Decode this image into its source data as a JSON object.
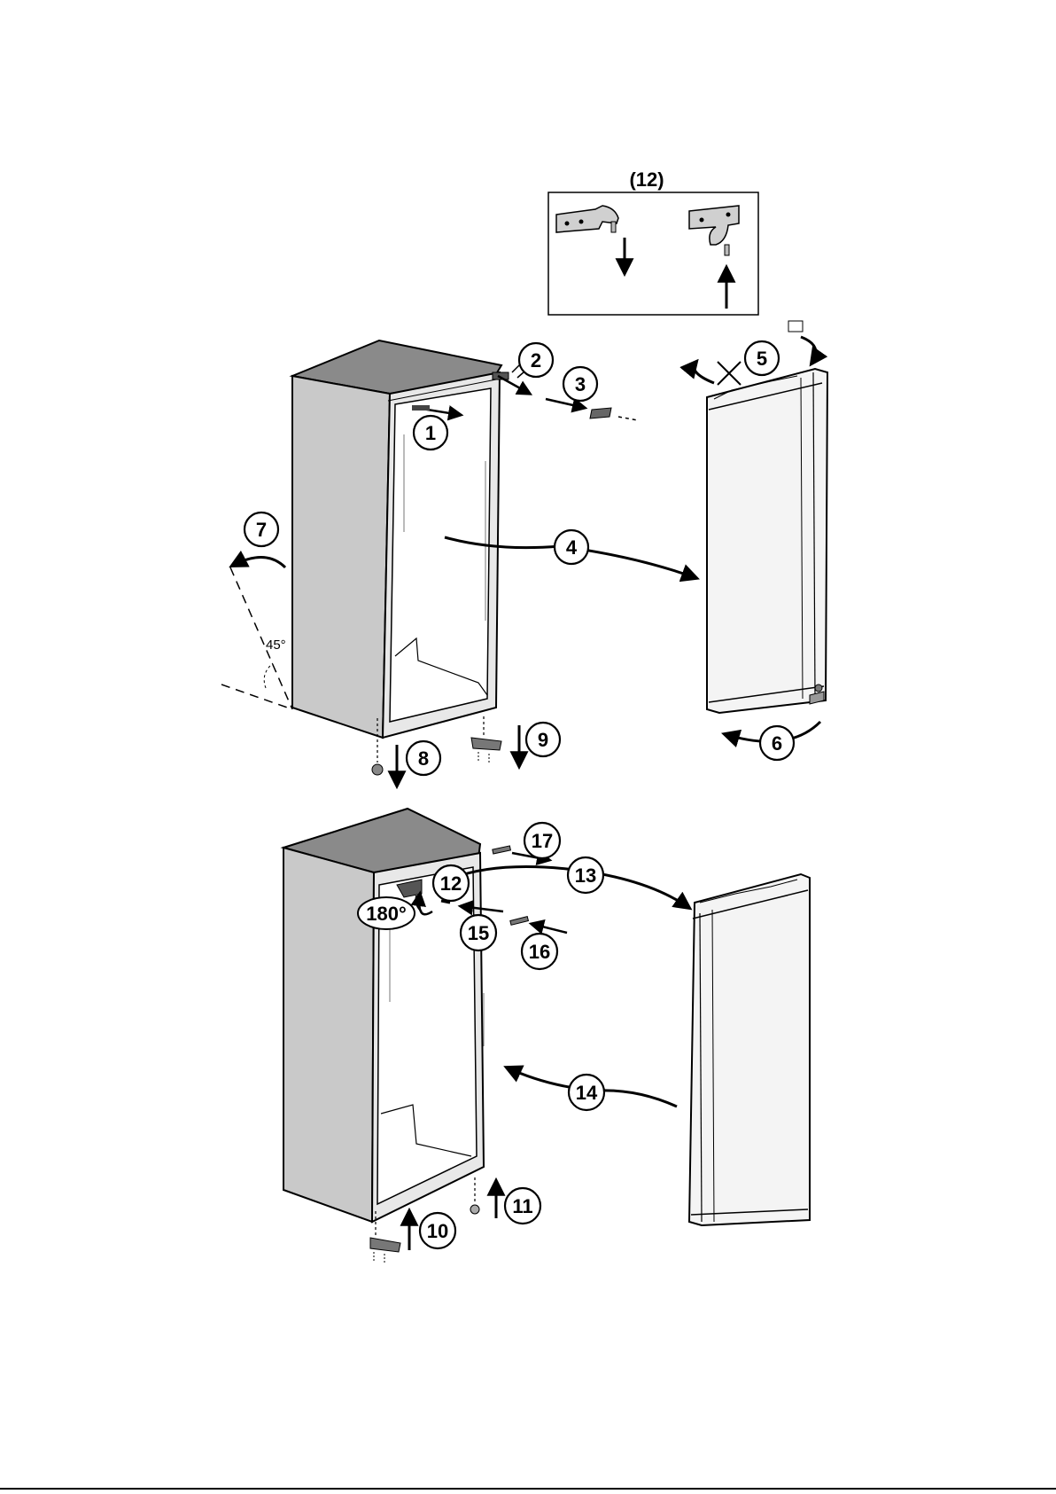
{
  "inset": {
    "caption": "(12)"
  },
  "angle_label": "45°",
  "rotation_label": "180°",
  "steps": [
    "1",
    "2",
    "3",
    "4",
    "5",
    "6",
    "7",
    "8",
    "9",
    "10",
    "11",
    "12",
    "13",
    "14",
    "15",
    "16",
    "17"
  ],
  "colors": {
    "ink": "#000000",
    "cabinet_side": "#c9c9c9",
    "cabinet_top": "#8a8a8a",
    "door_face": "#f4f4f4",
    "liner": "#ffffff"
  }
}
